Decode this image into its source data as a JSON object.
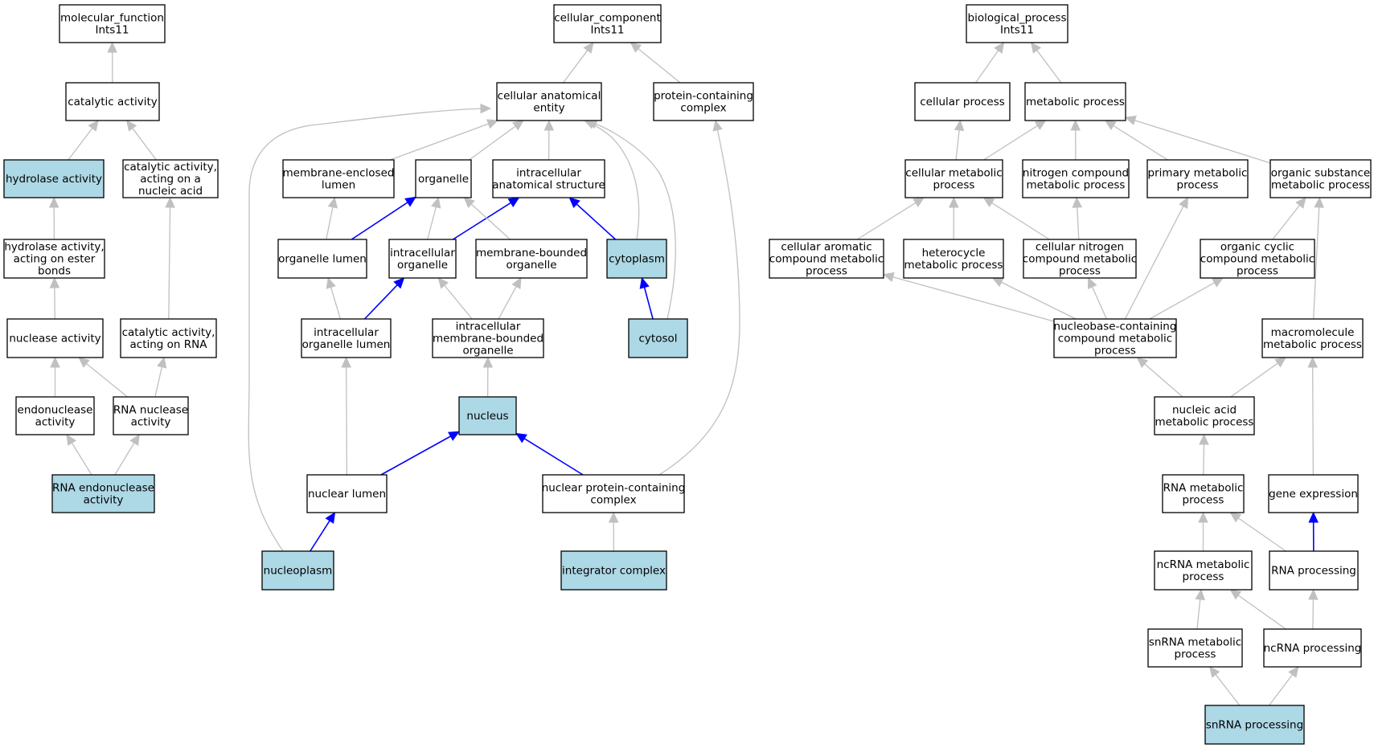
{
  "colors": {
    "annotated": "#add8e6",
    "plain": "#ffffff",
    "is_a_edge": "#c0c0c0",
    "part_of_edge": "#0000ff"
  },
  "nodes": {
    "mf_root": {
      "lines": [
        "molecular_function",
        "Ints11"
      ],
      "annotated": false
    },
    "catalytic_activity": {
      "lines": [
        "catalytic activity"
      ],
      "annotated": false
    },
    "hydrolase_activity": {
      "lines": [
        "hydrolase activity"
      ],
      "annotated": true
    },
    "catalytic_nucleic": {
      "lines": [
        "catalytic activity,",
        "acting on a",
        "nucleic acid"
      ],
      "annotated": false
    },
    "hydrolase_ester": {
      "lines": [
        "hydrolase activity,",
        "acting on ester",
        "bonds"
      ],
      "annotated": false
    },
    "nuclease_activity": {
      "lines": [
        "nuclease activity"
      ],
      "annotated": false
    },
    "catalytic_rna": {
      "lines": [
        "catalytic activity,",
        "acting on RNA"
      ],
      "annotated": false
    },
    "endonuclease_activity": {
      "lines": [
        "endonuclease",
        "activity"
      ],
      "annotated": false
    },
    "rna_nuclease": {
      "lines": [
        "RNA nuclease",
        "activity"
      ],
      "annotated": false
    },
    "rna_endonuclease": {
      "lines": [
        "RNA endonuclease",
        "activity"
      ],
      "annotated": true
    },
    "cc_root": {
      "lines": [
        "cellular_component",
        "Ints11"
      ],
      "annotated": false
    },
    "cellular_anatomical_entity": {
      "lines": [
        "cellular anatomical",
        "entity"
      ],
      "annotated": false
    },
    "protein_containing_complex": {
      "lines": [
        "protein-containing",
        "complex"
      ],
      "annotated": false
    },
    "membrane_enclosed_lumen": {
      "lines": [
        "membrane-enclosed",
        "lumen"
      ],
      "annotated": false
    },
    "organelle": {
      "lines": [
        "organelle"
      ],
      "annotated": false
    },
    "intracellular_anatomical": {
      "lines": [
        "intracellular",
        "anatomical structure"
      ],
      "annotated": false
    },
    "organelle_lumen": {
      "lines": [
        "organelle lumen"
      ],
      "annotated": false
    },
    "intracellular_organelle": {
      "lines": [
        "intracellular",
        "organelle"
      ],
      "annotated": false
    },
    "membrane_bounded_organelle": {
      "lines": [
        "membrane-bounded",
        "organelle"
      ],
      "annotated": false
    },
    "cytoplasm": {
      "lines": [
        "cytoplasm"
      ],
      "annotated": true
    },
    "intracellular_organelle_lumen": {
      "lines": [
        "intracellular",
        "organelle lumen"
      ],
      "annotated": false
    },
    "intracellular_mb_organelle": {
      "lines": [
        "intracellular",
        "membrane-bounded",
        "organelle"
      ],
      "annotated": false
    },
    "cytosol": {
      "lines": [
        "cytosol"
      ],
      "annotated": true
    },
    "nucleus": {
      "lines": [
        "nucleus"
      ],
      "annotated": true
    },
    "nuclear_lumen": {
      "lines": [
        "nuclear lumen"
      ],
      "annotated": false
    },
    "nuclear_protein_complex": {
      "lines": [
        "nuclear protein-containing",
        "complex"
      ],
      "annotated": false
    },
    "nucleoplasm": {
      "lines": [
        "nucleoplasm"
      ],
      "annotated": true
    },
    "integrator_complex": {
      "lines": [
        "integrator complex"
      ],
      "annotated": true
    },
    "bp_root": {
      "lines": [
        "biological_process",
        "Ints11"
      ],
      "annotated": false
    },
    "cellular_process": {
      "lines": [
        "cellular process"
      ],
      "annotated": false
    },
    "metabolic_process": {
      "lines": [
        "metabolic process"
      ],
      "annotated": false
    },
    "cellular_metabolic": {
      "lines": [
        "cellular metabolic",
        "process"
      ],
      "annotated": false
    },
    "nitrogen_compound_metabolic": {
      "lines": [
        "nitrogen compound",
        "metabolic process"
      ],
      "annotated": false
    },
    "primary_metabolic": {
      "lines": [
        "primary metabolic",
        "process"
      ],
      "annotated": false
    },
    "organic_substance_metabolic": {
      "lines": [
        "organic substance",
        "metabolic process"
      ],
      "annotated": false
    },
    "cellular_aromatic": {
      "lines": [
        "cellular aromatic",
        "compound metabolic",
        "process"
      ],
      "annotated": false
    },
    "heterocycle_metabolic": {
      "lines": [
        "heterocycle",
        "metabolic process"
      ],
      "annotated": false
    },
    "cellular_nitrogen": {
      "lines": [
        "cellular nitrogen",
        "compound metabolic",
        "process"
      ],
      "annotated": false
    },
    "organic_cyclic": {
      "lines": [
        "organic cyclic",
        "compound metabolic",
        "process"
      ],
      "annotated": false
    },
    "nucleobase_containing": {
      "lines": [
        "nucleobase-containing",
        "compound metabolic",
        "process"
      ],
      "annotated": false
    },
    "macromolecule_metabolic": {
      "lines": [
        "macromolecule",
        "metabolic process"
      ],
      "annotated": false
    },
    "nucleic_acid_metabolic": {
      "lines": [
        "nucleic acid",
        "metabolic process"
      ],
      "annotated": false
    },
    "rna_metabolic": {
      "lines": [
        "RNA metabolic",
        "process"
      ],
      "annotated": false
    },
    "gene_expression": {
      "lines": [
        "gene expression"
      ],
      "annotated": false
    },
    "ncrna_metabolic": {
      "lines": [
        "ncRNA metabolic",
        "process"
      ],
      "annotated": false
    },
    "rna_processing": {
      "lines": [
        "RNA processing"
      ],
      "annotated": false
    },
    "snrna_metabolic": {
      "lines": [
        "snRNA metabolic",
        "process"
      ],
      "annotated": false
    },
    "ncrna_processing": {
      "lines": [
        "ncRNA processing"
      ],
      "annotated": false
    },
    "snrna_processing": {
      "lines": [
        "snRNA processing"
      ],
      "annotated": true
    }
  },
  "edges": [
    {
      "from": "catalytic_activity",
      "to": "mf_root",
      "type": "is_a"
    },
    {
      "from": "hydrolase_activity",
      "to": "catalytic_activity",
      "type": "is_a"
    },
    {
      "from": "catalytic_nucleic",
      "to": "catalytic_activity",
      "type": "is_a"
    },
    {
      "from": "hydrolase_ester",
      "to": "hydrolase_activity",
      "type": "is_a"
    },
    {
      "from": "nuclease_activity",
      "to": "hydrolase_ester",
      "type": "is_a"
    },
    {
      "from": "catalytic_rna",
      "to": "catalytic_nucleic",
      "type": "is_a"
    },
    {
      "from": "endonuclease_activity",
      "to": "nuclease_activity",
      "type": "is_a"
    },
    {
      "from": "rna_nuclease",
      "to": "nuclease_activity",
      "type": "is_a"
    },
    {
      "from": "rna_nuclease",
      "to": "catalytic_rna",
      "type": "is_a"
    },
    {
      "from": "rna_endonuclease",
      "to": "endonuclease_activity",
      "type": "is_a"
    },
    {
      "from": "rna_endonuclease",
      "to": "rna_nuclease",
      "type": "is_a"
    },
    {
      "from": "cellular_anatomical_entity",
      "to": "cc_root",
      "type": "is_a"
    },
    {
      "from": "protein_containing_complex",
      "to": "cc_root",
      "type": "is_a"
    },
    {
      "from": "membrane_enclosed_lumen",
      "to": "cellular_anatomical_entity",
      "type": "is_a"
    },
    {
      "from": "organelle",
      "to": "cellular_anatomical_entity",
      "type": "is_a"
    },
    {
      "from": "intracellular_anatomical",
      "to": "cellular_anatomical_entity",
      "type": "is_a"
    },
    {
      "from": "cytoplasm",
      "to": "cellular_anatomical_entity",
      "type": "is_a"
    },
    {
      "from": "cytosol",
      "to": "cellular_anatomical_entity",
      "type": "is_a"
    },
    {
      "from": "nucleoplasm",
      "to": "cellular_anatomical_entity",
      "type": "is_a"
    },
    {
      "from": "organelle_lumen",
      "to": "membrane_enclosed_lumen",
      "type": "is_a"
    },
    {
      "from": "organelle_lumen",
      "to": "organelle",
      "type": "part_of"
    },
    {
      "from": "intracellular_organelle",
      "to": "organelle",
      "type": "is_a"
    },
    {
      "from": "intracellular_organelle",
      "to": "intracellular_anatomical",
      "type": "part_of"
    },
    {
      "from": "membrane_bounded_organelle",
      "to": "organelle",
      "type": "is_a"
    },
    {
      "from": "cytoplasm",
      "to": "intracellular_anatomical",
      "type": "part_of"
    },
    {
      "from": "intracellular_organelle_lumen",
      "to": "organelle_lumen",
      "type": "is_a"
    },
    {
      "from": "intracellular_organelle_lumen",
      "to": "intracellular_organelle",
      "type": "part_of"
    },
    {
      "from": "intracellular_mb_organelle",
      "to": "intracellular_organelle",
      "type": "is_a"
    },
    {
      "from": "intracellular_mb_organelle",
      "to": "membrane_bounded_organelle",
      "type": "is_a"
    },
    {
      "from": "cytosol",
      "to": "cytoplasm",
      "type": "part_of"
    },
    {
      "from": "nucleus",
      "to": "intracellular_mb_organelle",
      "type": "is_a"
    },
    {
      "from": "nuclear_lumen",
      "to": "intracellular_organelle_lumen",
      "type": "is_a"
    },
    {
      "from": "nuclear_lumen",
      "to": "nucleus",
      "type": "part_of"
    },
    {
      "from": "nuclear_protein_complex",
      "to": "nucleus",
      "type": "part_of"
    },
    {
      "from": "nuclear_protein_complex",
      "to": "protein_containing_complex",
      "type": "is_a"
    },
    {
      "from": "nucleoplasm",
      "to": "nuclear_lumen",
      "type": "part_of"
    },
    {
      "from": "integrator_complex",
      "to": "nuclear_protein_complex",
      "type": "is_a"
    },
    {
      "from": "cellular_process",
      "to": "bp_root",
      "type": "is_a"
    },
    {
      "from": "metabolic_process",
      "to": "bp_root",
      "type": "is_a"
    },
    {
      "from": "cellular_metabolic",
      "to": "cellular_process",
      "type": "is_a"
    },
    {
      "from": "cellular_metabolic",
      "to": "metabolic_process",
      "type": "is_a"
    },
    {
      "from": "nitrogen_compound_metabolic",
      "to": "metabolic_process",
      "type": "is_a"
    },
    {
      "from": "primary_metabolic",
      "to": "metabolic_process",
      "type": "is_a"
    },
    {
      "from": "organic_substance_metabolic",
      "to": "metabolic_process",
      "type": "is_a"
    },
    {
      "from": "cellular_aromatic",
      "to": "cellular_metabolic",
      "type": "is_a"
    },
    {
      "from": "heterocycle_metabolic",
      "to": "cellular_metabolic",
      "type": "is_a"
    },
    {
      "from": "cellular_nitrogen",
      "to": "cellular_metabolic",
      "type": "is_a"
    },
    {
      "from": "cellular_nitrogen",
      "to": "nitrogen_compound_metabolic",
      "type": "is_a"
    },
    {
      "from": "organic_cyclic",
      "to": "organic_substance_metabolic",
      "type": "is_a"
    },
    {
      "from": "nucleobase_containing",
      "to": "cellular_aromatic",
      "type": "is_a"
    },
    {
      "from": "nucleobase_containing",
      "to": "heterocycle_metabolic",
      "type": "is_a"
    },
    {
      "from": "nucleobase_containing",
      "to": "cellular_nitrogen",
      "type": "is_a"
    },
    {
      "from": "nucleobase_containing",
      "to": "primary_metabolic",
      "type": "is_a"
    },
    {
      "from": "nucleobase_containing",
      "to": "organic_cyclic",
      "type": "is_a"
    },
    {
      "from": "macromolecule_metabolic",
      "to": "organic_substance_metabolic",
      "type": "is_a"
    },
    {
      "from": "nucleic_acid_metabolic",
      "to": "nucleobase_containing",
      "type": "is_a"
    },
    {
      "from": "nucleic_acid_metabolic",
      "to": "macromolecule_metabolic",
      "type": "is_a"
    },
    {
      "from": "rna_metabolic",
      "to": "nucleic_acid_metabolic",
      "type": "is_a"
    },
    {
      "from": "gene_expression",
      "to": "macromolecule_metabolic",
      "type": "is_a"
    },
    {
      "from": "ncrna_metabolic",
      "to": "rna_metabolic",
      "type": "is_a"
    },
    {
      "from": "rna_processing",
      "to": "rna_metabolic",
      "type": "is_a"
    },
    {
      "from": "rna_processing",
      "to": "gene_expression",
      "type": "part_of"
    },
    {
      "from": "snrna_metabolic",
      "to": "ncrna_metabolic",
      "type": "is_a"
    },
    {
      "from": "ncrna_processing",
      "to": "ncrna_metabolic",
      "type": "is_a"
    },
    {
      "from": "ncrna_processing",
      "to": "rna_processing",
      "type": "is_a"
    },
    {
      "from": "snrna_processing",
      "to": "snrna_metabolic",
      "type": "is_a"
    },
    {
      "from": "snrna_processing",
      "to": "ncrna_processing",
      "type": "is_a"
    }
  ]
}
